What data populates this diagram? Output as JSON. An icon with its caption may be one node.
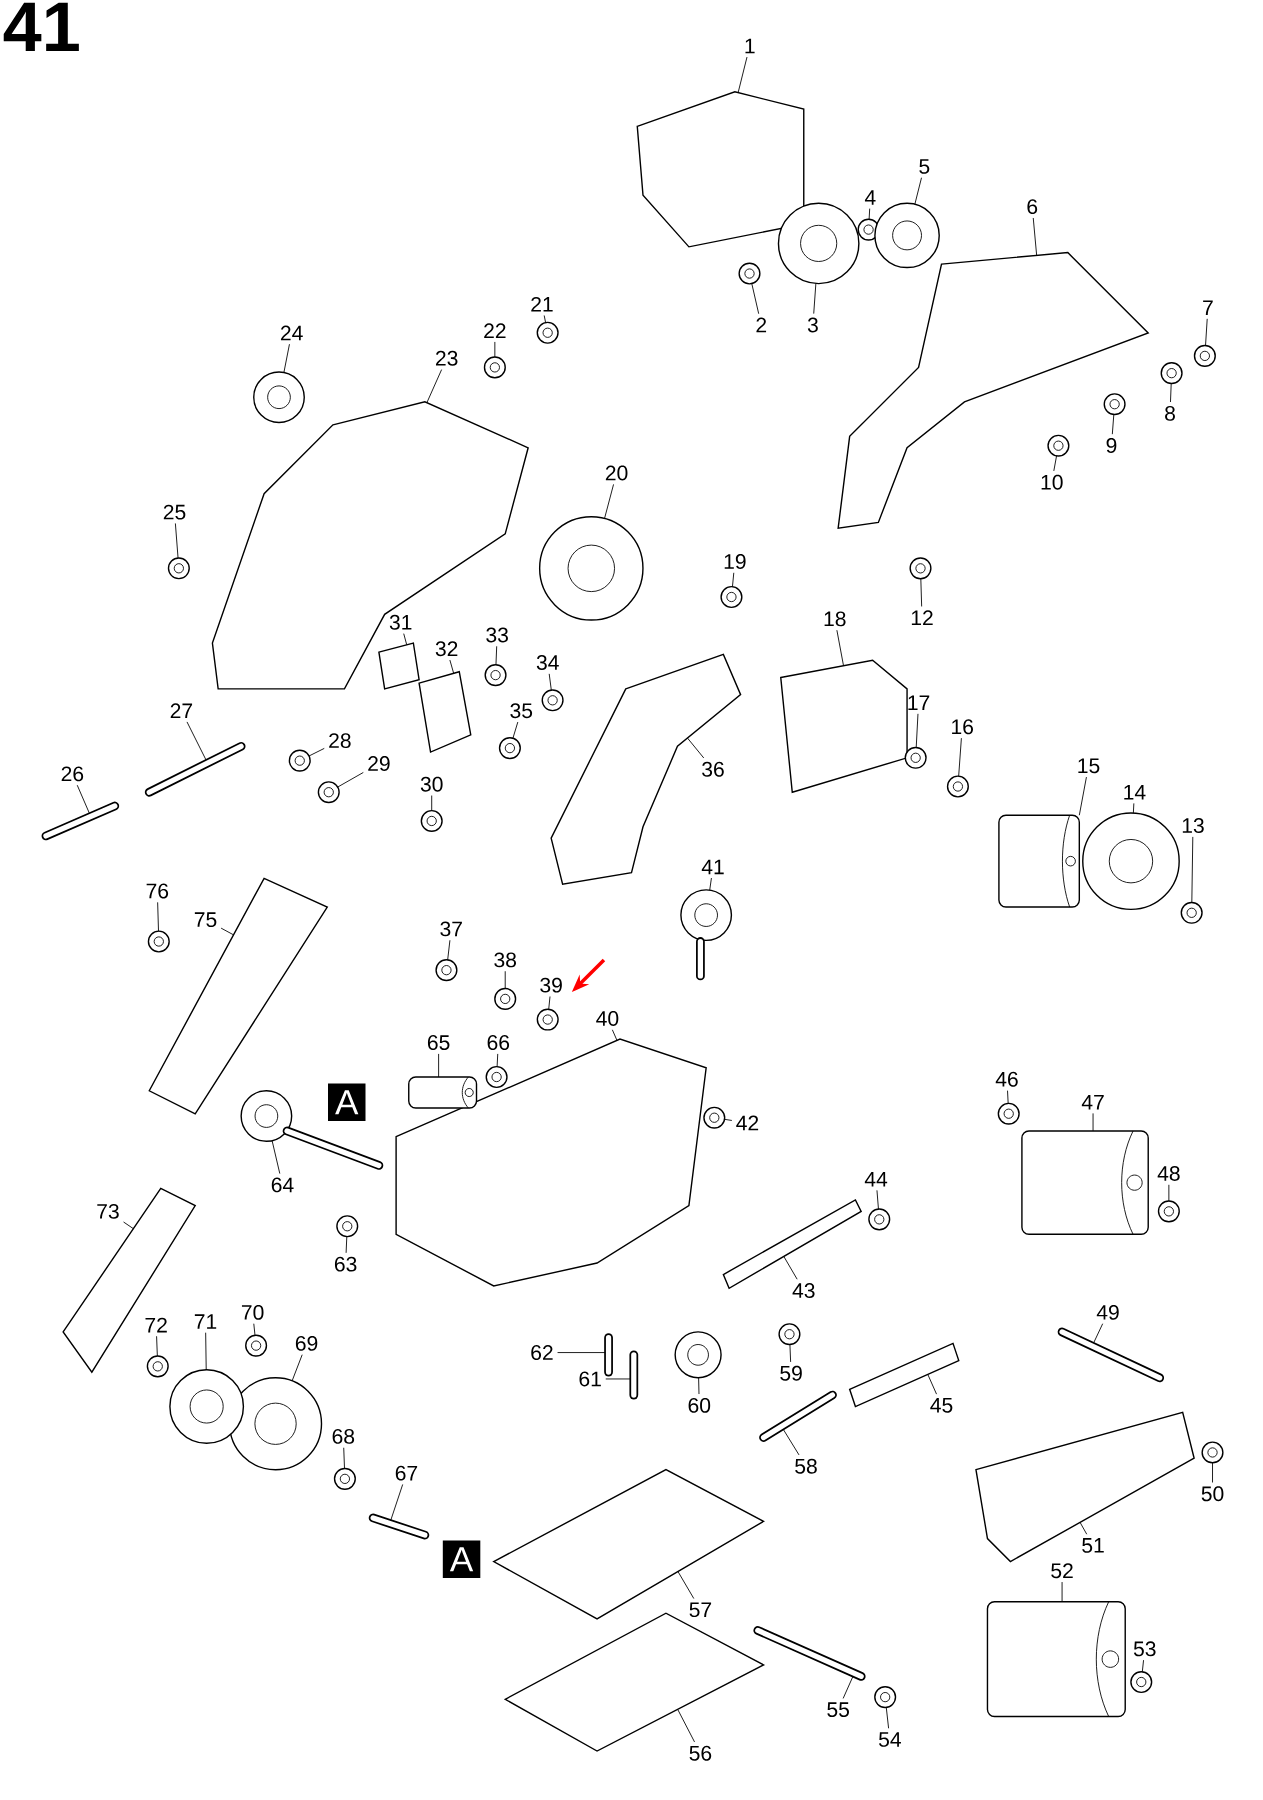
{
  "diagram": {
    "nodes": [
      {
        "text": [
          "1"
        ]
      },
      {
        "text": [
          "2"
        ]
      },
      {
        "text": [
          "3"
        ]
      },
      {
        "text": [
          "4"
        ]
      },
      {
        "text": [
          "5"
        ]
      },
      {
        "text": [
          "6"
        ]
      },
      {
        "text": [
          "7"
        ]
      },
      {
        "text": [
          "8"
        ]
      },
      {
        "text": [
          "9"
        ]
      },
      {
        "text": [
          "10"
        ]
      },
      {
        "text": [
          "12"
        ]
      },
      {
        "text": [
          "13"
        ]
      },
      {
        "text": [
          "14"
        ]
      },
      {
        "text": [
          "15"
        ]
      },
      {
        "text": [
          "16"
        ]
      },
      {
        "text": [
          "17"
        ]
      },
      {
        "text": [
          "18"
        ]
      },
      {
        "text": [
          "19"
        ]
      },
      {
        "text": [
          "20"
        ]
      },
      {
        "text": [
          "21"
        ]
      },
      {
        "text": [
          "22"
        ]
      },
      {
        "text": [
          "23"
        ]
      },
      {
        "text": [
          "24"
        ]
      },
      {
        "text": [
          "25"
        ]
      },
      {
        "text": [
          "26"
        ]
      },
      {
        "text": [
          "27"
        ]
      },
      {
        "text": [
          "28"
        ]
      },
      {
        "text": [
          "29"
        ]
      },
      {
        "text": [
          "30"
        ]
      },
      {
        "text": [
          "31"
        ]
      },
      {
        "text": [
          "32"
        ]
      },
      {
        "text": [
          "33"
        ]
      },
      {
        "text": [
          "34"
        ]
      },
      {
        "text": [
          "35"
        ]
      },
      {
        "text": [
          "36"
        ]
      },
      {
        "text": [
          "37"
        ]
      },
      {
        "text": [
          "38"
        ]
      },
      {
        "text": [
          "39"
        ]
      },
      {
        "text": [
          "40"
        ]
      },
      {
        "text": [
          "41"
        ]
      },
      {
        "text": [
          "42"
        ]
      },
      {
        "text": [
          "43"
        ]
      },
      {
        "text": [
          "44"
        ]
      },
      {
        "text": [
          "45"
        ]
      },
      {
        "text": [
          "46"
        ]
      },
      {
        "text": [
          "47"
        ]
      },
      {
        "text": [
          "48"
        ]
      },
      {
        "text": [
          "49"
        ]
      },
      {
        "text": [
          "50"
        ]
      },
      {
        "text": [
          "51"
        ]
      },
      {
        "text": [
          "52"
        ]
      },
      {
        "text": [
          "53"
        ]
      },
      {
        "text": [
          "54"
        ]
      },
      {
        "text": [
          "55"
        ]
      },
      {
        "text": [
          "56"
        ]
      },
      {
        "text": [
          "57"
        ]
      },
      {
        "text": [
          "58"
        ]
      },
      {
        "text": [
          "59"
        ]
      },
      {
        "text": [
          "60"
        ]
      },
      {
        "text": [
          "61"
        ]
      },
      {
        "text": [
          "62"
        ]
      },
      {
        "text": [
          "63"
        ]
      },
      {
        "text": [
          "64"
        ]
      },
      {
        "text": [
          "65"
        ]
      },
      {
        "text": [
          "66"
        ]
      },
      {
        "text": [
          "67"
        ]
      },
      {
        "text": [
          "68"
        ]
      },
      {
        "text": [
          "69"
        ]
      },
      {
        "text": [
          "70"
        ]
      },
      {
        "text": [
          "71"
        ]
      },
      {
        "text": [
          "72"
        ]
      },
      {
        "text": [
          "73"
        ]
      },
      {
        "text": [
          "75"
        ]
      },
      {
        "text": [
          "76"
        ]
      },
      {
        "text": [],
        "shape": "picture"
      },
      {
        "text": [],
        "shape": "picture"
      },
      {
        "text": [],
        "shape": "picture"
      },
      {
        "text": [],
        "shape": "picture"
      },
      {
        "text": [],
        "shape": "picture"
      },
      {
        "text": [],
        "shape": "picture"
      },
      {
        "text": [],
        "shape": "picture"
      },
      {
        "text": [],
        "shape": "picture"
      },
      {
        "text": [],
        "shape": "picture"
      },
      {
        "text": [],
        "shape": "picture"
      },
      {
        "text": [],
        "shape": "picture"
      },
      {
        "text": [],
        "shape": "picture"
      },
      {
        "text": [],
        "shape": "picture"
      },
      {
        "text": [],
        "shape": "picture"
      },
      {
        "text": [],
        "shape": "picture"
      },
      {
        "text": [],
        "shape": "picture"
      },
      {
        "text": [],
        "shape": "picture"
      },
      {
        "text": [],
        "shape": "picture"
      },
      {
        "text": [],
        "shape": "picture"
      },
      {
        "text": [],
        "shape": "picture"
      },
      {
        "text": [],
        "shape": "picture"
      },
      {
        "text": [],
        "shape": "picture"
      },
      {
        "text": [],
        "shape": "picture"
      },
      {
        "text": [],
        "shape": "picture"
      },
      {
        "text": [],
        "shape": "picture"
      },
      {
        "text": [],
        "shape": "picture"
      },
      {
        "text": [],
        "shape": "picture"
      },
      {
        "text": [],
        "shape": "picture"
      },
      {
        "text": [],
        "shape": "picture"
      },
      {
        "text": [],
        "shape": "picture"
      },
      {
        "text": [],
        "shape": "picture"
      },
      {
        "text": [],
        "shape": "picture"
      },
      {
        "text": [],
        "shape": "picture"
      },
      {
        "text": [],
        "shape": "picture"
      },
      {
        "text": [],
        "shape": "picture"
      },
      {
        "text": [],
        "shape": "picture"
      },
      {
        "text": [],
        "shape": "picture"
      },
      {
        "text": [],
        "shape": "picture"
      },
      {
        "text": [],
        "shape": "picture"
      },
      {
        "text": [],
        "shape": "picture"
      },
      {
        "text": [],
        "shape": "picture"
      },
      {
        "text": [],
        "shape": "picture"
      },
      {
        "text": [],
        "shape": "picture"
      },
      {
        "text": [],
        "shape": "picture"
      },
      {
        "text": [],
        "shape": "picture"
      },
      {
        "text": [],
        "shape": "picture"
      },
      {
        "text": [],
        "shape": "picture"
      },
      {
        "text": [],
        "shape": "picture"
      },
      {
        "text": [],
        "shape": "picture"
      },
      {
        "text": [],
        "shape": "picture"
      },
      {
        "text": [],
        "shape": "picture"
      },
      {
        "text": [],
        "shape": "picture"
      },
      {
        "text": [],
        "shape": "picture"
      },
      {
        "text": [],
        "shape": "picture"
      },
      {
        "text": [],
        "shape": "picture"
      },
      {
        "text": [],
        "shape": "picture"
      },
      {
        "text": [],
        "shape": "picture"
      },
      {
        "text": [],
        "shape": "picture"
      },
      {
        "text": [],
        "shape": "picture"
      },
      {
        "text": [],
        "shape": "picture"
      },
      {
        "text": [],
        "shape": "picture"
      },
      {
        "text": [],
        "shape": "picture"
      },
      {
        "text": [],
        "shape": "picture"
      },
      {
        "text": [],
        "shape": "picture"
      },
      {
        "text": [],
        "shape": "picture"
      },
      {
        "text": [],
        "shape": "picture"
      },
      {
        "text": [],
        "shape": "picture"
      },
      {
        "text": [],
        "shape": "picture"
      },
      {
        "text": [],
        "shape": "picture"
      },
      {
        "text": [],
        "shape": "picture"
      },
      {
        "text": [],
        "shape": "picture"
      },
      {
        "text": [],
        "shape": "picture"
      },
      {
        "text": [],
        "shape": "picture"
      },
      {
        "text": [],
        "shape": "picture"
      }
    ],
    "edges": [
      {
        "from": 0,
        "to": 74,
        "arrow": "none"
      },
      {
        "from": 1,
        "to": 75,
        "arrow": "none"
      },
      {
        "from": 2,
        "to": 76,
        "arrow": "none"
      },
      {
        "from": 3,
        "to": 77,
        "arrow": "none"
      },
      {
        "from": 4,
        "to": 78,
        "arrow": "none"
      },
      {
        "from": 5,
        "to": 79,
        "arrow": "none"
      },
      {
        "from": 6,
        "to": 80,
        "arrow": "none"
      },
      {
        "from": 7,
        "to": 81,
        "arrow": "none"
      },
      {
        "from": 8,
        "to": 82,
        "arrow": "none"
      },
      {
        "from": 9,
        "to": 83,
        "arrow": "none"
      },
      {
        "from": 10,
        "to": 84,
        "arrow": "none"
      },
      {
        "from": 11,
        "to": 85,
        "arrow": "none"
      },
      {
        "from": 12,
        "to": 86,
        "arrow": "none"
      },
      {
        "from": 13,
        "to": 87,
        "arrow": "none"
      },
      {
        "from": 14,
        "to": 88,
        "arrow": "none"
      },
      {
        "from": 15,
        "to": 89,
        "arrow": "none"
      },
      {
        "from": 16,
        "to": 90,
        "arrow": "none"
      },
      {
        "from": 17,
        "to": 91,
        "arrow": "none"
      },
      {
        "from": 18,
        "to": 92,
        "arrow": "none"
      },
      {
        "from": 19,
        "to": 93,
        "arrow": "none"
      },
      {
        "from": 20,
        "to": 94,
        "arrow": "none"
      },
      {
        "from": 21,
        "to": 95,
        "arrow": "none"
      },
      {
        "from": 22,
        "to": 96,
        "arrow": "none"
      },
      {
        "from": 23,
        "to": 97,
        "arrow": "none"
      },
      {
        "from": 24,
        "to": 98,
        "arrow": "none"
      },
      {
        "from": 25,
        "to": 99,
        "arrow": "none"
      },
      {
        "from": 26,
        "to": 100,
        "arrow": "none"
      },
      {
        "from": 27,
        "to": 101,
        "arrow": "none"
      },
      {
        "from": 28,
        "to": 102,
        "arrow": "none"
      },
      {
        "from": 29,
        "to": 103,
        "arrow": "none"
      },
      {
        "from": 30,
        "to": 104,
        "arrow": "none"
      },
      {
        "from": 31,
        "to": 105,
        "arrow": "none"
      },
      {
        "from": 32,
        "to": 106,
        "arrow": "none"
      },
      {
        "from": 33,
        "to": 107,
        "arrow": "none"
      },
      {
        "from": 34,
        "to": 108,
        "arrow": "none"
      },
      {
        "from": 35,
        "to": 109,
        "arrow": "none"
      },
      {
        "from": 36,
        "to": 110,
        "arrow": "none"
      },
      {
        "from": 37,
        "to": 111,
        "arrow": "none"
      },
      {
        "from": 38,
        "to": 112,
        "arrow": "none"
      },
      {
        "from": 39,
        "to": 113,
        "arrow": "none"
      },
      {
        "from": 40,
        "to": 114,
        "arrow": "none"
      },
      {
        "from": 41,
        "to": 115,
        "arrow": "none"
      },
      {
        "from": 42,
        "to": 116,
        "arrow": "none"
      },
      {
        "from": 43,
        "to": 117,
        "arrow": "none"
      },
      {
        "from": 44,
        "to": 118,
        "arrow": "none"
      },
      {
        "from": 45,
        "to": 119,
        "arrow": "none"
      },
      {
        "from": 46,
        "to": 120,
        "arrow": "none"
      },
      {
        "from": 47,
        "to": 121,
        "arrow": "none"
      },
      {
        "from": 48,
        "to": 122,
        "arrow": "none"
      },
      {
        "from": 49,
        "to": 123,
        "arrow": "none"
      },
      {
        "from": 50,
        "to": 124,
        "arrow": "none"
      },
      {
        "from": 51,
        "to": 125,
        "arrow": "none"
      },
      {
        "from": 52,
        "to": 126,
        "arrow": "none"
      },
      {
        "from": 53,
        "to": 127,
        "arrow": "none"
      },
      {
        "from": 54,
        "to": 128,
        "arrow": "none"
      },
      {
        "from": 55,
        "to": 129,
        "arrow": "none"
      },
      {
        "from": 56,
        "to": 130,
        "arrow": "none"
      },
      {
        "from": 57,
        "to": 131,
        "arrow": "none"
      },
      {
        "from": 58,
        "to": 132,
        "arrow": "none"
      },
      {
        "from": 59,
        "to": 133,
        "arrow": "none"
      },
      {
        "from": 60,
        "to": 134,
        "arrow": "none"
      },
      {
        "from": 61,
        "to": 135,
        "arrow": "none"
      },
      {
        "from": 62,
        "to": 136,
        "arrow": "none"
      },
      {
        "from": 63,
        "to": 137,
        "arrow": "none"
      },
      {
        "from": 64,
        "to": 138,
        "arrow": "none"
      },
      {
        "from": 65,
        "to": 139,
        "arrow": "none"
      },
      {
        "from": 66,
        "to": 140,
        "arrow": "none"
      },
      {
        "from": 67,
        "to": 141,
        "arrow": "none"
      },
      {
        "from": 68,
        "to": 142,
        "arrow": "none"
      },
      {
        "from": 69,
        "to": 143,
        "arrow": "none"
      },
      {
        "from": 70,
        "to": 144,
        "arrow": "none"
      },
      {
        "from": 71,
        "to": 145,
        "arrow": "none"
      },
      {
        "from": 72,
        "to": 146,
        "arrow": "none"
      },
      {
        "from": 73,
        "to": 147,
        "arrow": "none"
      }
    ],
    "labels": [
      "41",
      "A",
      "A"
    ]
  }
}
